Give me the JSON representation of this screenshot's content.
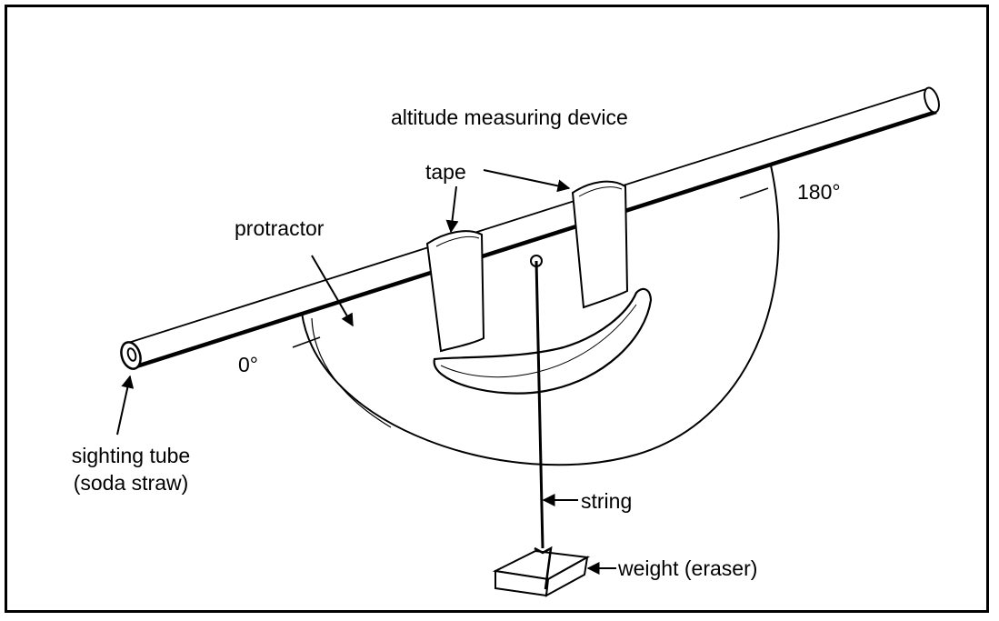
{
  "diagram": {
    "title": "altitude measuring device",
    "labels": {
      "tape": "tape",
      "angle_180": "180°",
      "protractor": "protractor",
      "angle_0": "0°",
      "sighting_tube_line1": "sighting tube",
      "sighting_tube_line2": "(soda straw)",
      "string": "string",
      "weight": "weight (eraser)"
    }
  }
}
